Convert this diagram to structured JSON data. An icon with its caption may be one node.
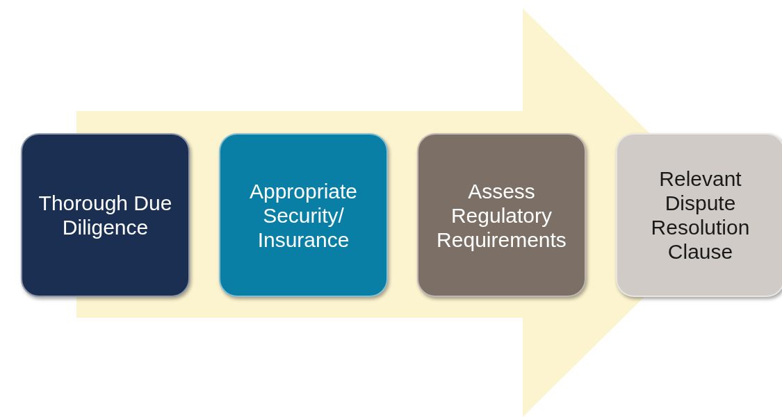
{
  "diagram": {
    "nodes": [
      {
        "text": [
          "Thorough Due Diligence"
        ]
      },
      {
        "text": [
          "Appropriate Security/ Insurance"
        ]
      },
      {
        "text": [
          "Assess Regulatory Requirements"
        ]
      },
      {
        "text": [
          "Relevant Dispute Resolution Clause"
        ]
      }
    ],
    "edges": [
      {
        "from": 0,
        "to": 3,
        "arrow": "to"
      }
    ]
  }
}
